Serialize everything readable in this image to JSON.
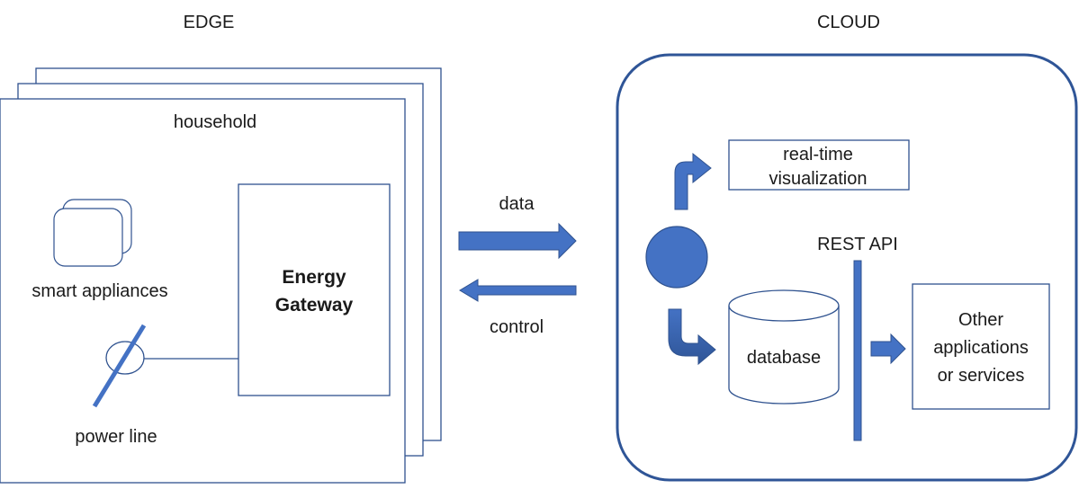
{
  "edge": {
    "title": "EDGE",
    "household_label": "household",
    "smart_appliances_label": "smart appliances",
    "power_line_label": "power line",
    "gateway_line1": "Energy",
    "gateway_line2": "Gateway"
  },
  "links": {
    "data_label": "data",
    "control_label": "control"
  },
  "cloud": {
    "title": "CLOUD",
    "realtime_line1": "real-time",
    "realtime_line2": "visualization",
    "rest_api_label": "REST API",
    "database_label": "database",
    "other_line1": "Other",
    "other_line2": "applications",
    "other_line3": "or services"
  },
  "colors": {
    "accent": "#4472C4",
    "outline": "#2F528F",
    "cloud_border": "#2F5597",
    "dark_arrow": "#2F5597"
  }
}
